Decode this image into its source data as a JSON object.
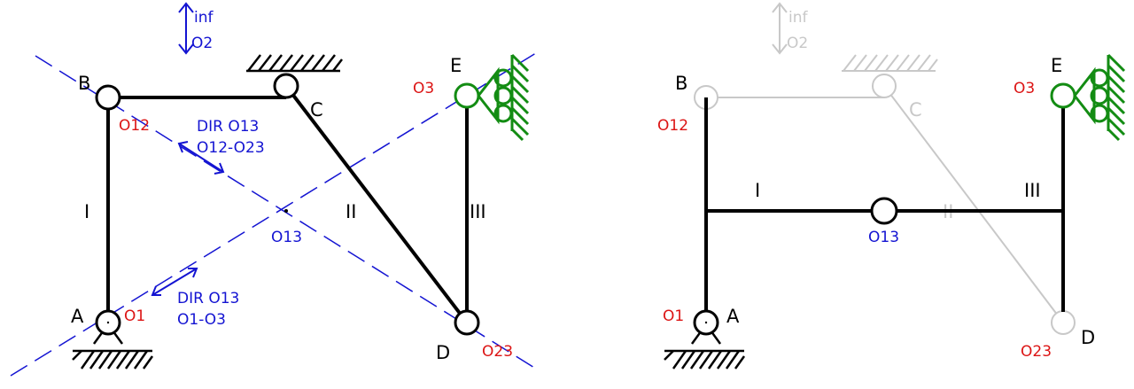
{
  "colors": {
    "black": "#000000",
    "blue": "#1414d2",
    "red": "#dc1414",
    "green": "#138c13",
    "gray": "#c8c8c8"
  },
  "icons": [
    "hinge-joint-icon",
    "fixed-ground-icon",
    "roller-support-icon",
    "direction-arrow-icon"
  ],
  "left": {
    "labels": {
      "A": "A",
      "B": "B",
      "C": "C",
      "D": "D",
      "E": "E",
      "O1": "O1",
      "O12": "O12",
      "O3": "O3",
      "O23": "O23",
      "O13": "O13",
      "link1": "I",
      "link2": "II",
      "link3": "III",
      "inf": "inf",
      "O2": "O2",
      "dir_upper_1": "DIR O13",
      "dir_upper_2": "O12-O23",
      "dir_lower_1": "DIR O13",
      "dir_lower_2": "O1-O3"
    }
  },
  "right": {
    "labels": {
      "A": "A",
      "B": "B",
      "C": "C",
      "D": "D",
      "E": "E",
      "O1": "O1",
      "O12": "O12",
      "O3": "O3",
      "O23": "O23",
      "O13": "O13",
      "link1": "I",
      "link2": "II",
      "link3": "III",
      "inf": "inf",
      "O2": "O2"
    }
  }
}
